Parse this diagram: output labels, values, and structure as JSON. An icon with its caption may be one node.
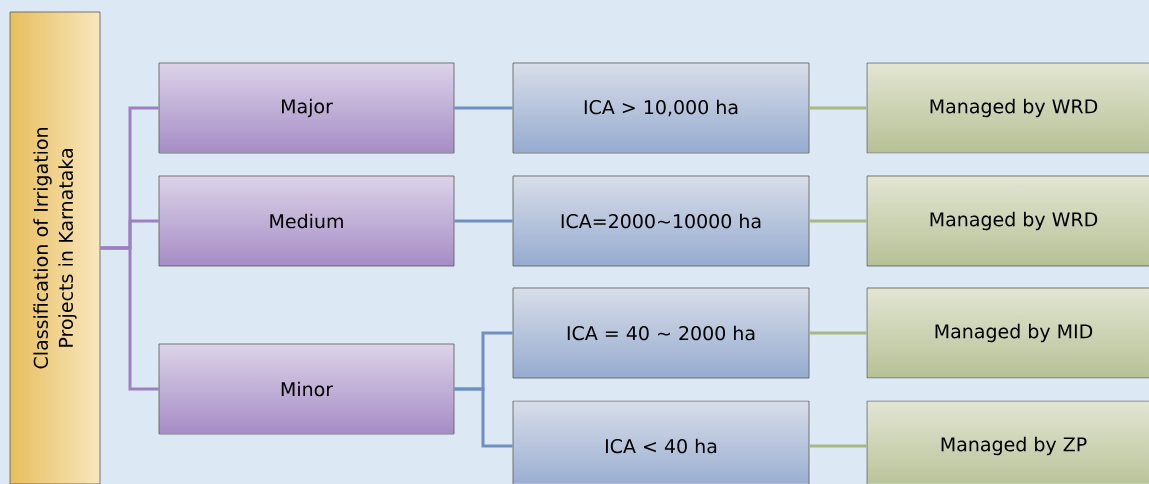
{
  "diagram": {
    "nodes": [
      {
        "text": [
          "Classification of Irrigation Projects in Karnataka"
        ]
      },
      {
        "text": [
          "Major"
        ]
      },
      {
        "text": [
          "Medium"
        ]
      },
      {
        "text": [
          "Minor"
        ]
      },
      {
        "text": [
          "ICA > 10,000 ha"
        ]
      },
      {
        "text": [
          "ICA=2000~10000 ha"
        ]
      },
      {
        "text": [
          "ICA = 40 ~ 2000 ha"
        ]
      },
      {
        "text": [
          "ICA < 40 ha"
        ]
      },
      {
        "text": [
          "Managed by WRD"
        ]
      },
      {
        "text": [
          "Managed by WRD"
        ]
      },
      {
        "text": [
          "Managed by MID"
        ]
      },
      {
        "text": [
          "Managed by ZP"
        ]
      }
    ],
    "edges": [
      {
        "from": 0,
        "to": 1,
        "arrow": "none",
        "color": "#9e80c2"
      },
      {
        "from": 0,
        "to": 2,
        "arrow": "none",
        "color": "#9e80c2"
      },
      {
        "from": 0,
        "to": 3,
        "arrow": "none",
        "color": "#9e80c2"
      },
      {
        "from": 1,
        "to": 4,
        "arrow": "none",
        "color": "#6f8fbf"
      },
      {
        "from": 2,
        "to": 5,
        "arrow": "none",
        "color": "#6f8fbf"
      },
      {
        "from": 3,
        "to": 6,
        "arrow": "none",
        "color": "#6f8fbf"
      },
      {
        "from": 3,
        "to": 7,
        "arrow": "none",
        "color": "#6f8fbf"
      },
      {
        "from": 4,
        "to": 8,
        "arrow": "none",
        "color": "#a8b882"
      },
      {
        "from": 5,
        "to": 9,
        "arrow": "none",
        "color": "#a8b882"
      },
      {
        "from": 6,
        "to": 10,
        "arrow": "none",
        "color": "#a8b882"
      },
      {
        "from": 7,
        "to": 11,
        "arrow": "none",
        "color": "#a8b882"
      }
    ]
  }
}
